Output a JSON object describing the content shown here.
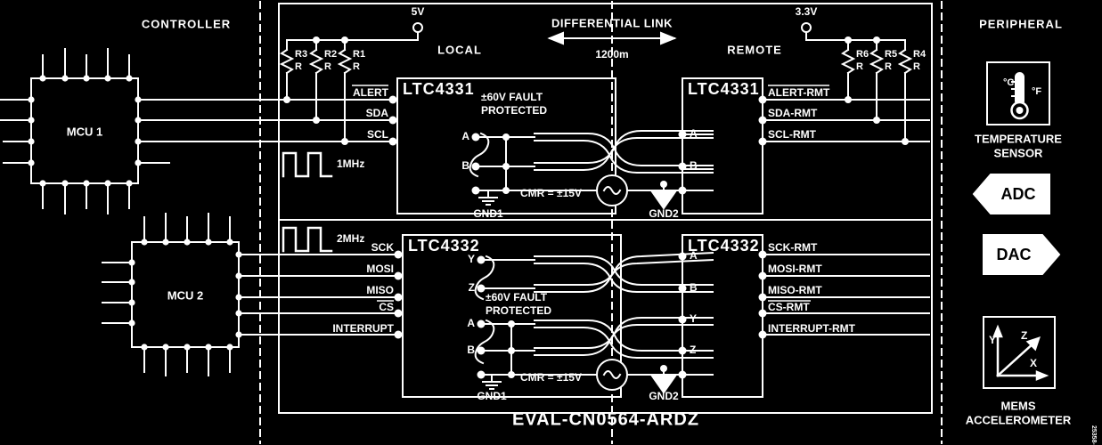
{
  "figure": {
    "title": "EVAL-CN0564-ARDZ",
    "figure_id": "25358-009",
    "background_color": "#000000",
    "line_color": "#ffffff"
  },
  "sections": {
    "controller": {
      "label": "CONTROLLER"
    },
    "local": {
      "label": "LOCAL"
    },
    "link": {
      "label": "DIFFERENTIAL LINK",
      "distance": "1200m"
    },
    "remote": {
      "label": "REMOTE"
    },
    "peripheral": {
      "label": "PERIPHERAL"
    }
  },
  "mcus": [
    {
      "name": "MCU 1",
      "pins_per_side": 5
    },
    {
      "name": "MCU 2",
      "pins_per_side": 5
    }
  ],
  "supplies": [
    {
      "label": "5V",
      "side": "local"
    },
    {
      "label": "3.3V",
      "side": "remote"
    }
  ],
  "pullups_local": [
    {
      "ref": "R3",
      "value": "R"
    },
    {
      "ref": "R2",
      "value": "R"
    },
    {
      "ref": "R1",
      "value": "R"
    }
  ],
  "pullups_remote": [
    {
      "ref": "R6",
      "value": "R"
    },
    {
      "ref": "R5",
      "value": "R"
    },
    {
      "ref": "R4",
      "value": "R"
    }
  ],
  "clocks": [
    {
      "label": "1MHz",
      "bus": "i2c"
    },
    {
      "label": "2MHz",
      "bus": "spi"
    }
  ],
  "i2c": {
    "local_device": "LTC4331",
    "remote_device": "LTC4331",
    "local_signals": [
      {
        "label": "ALERT",
        "overline": true
      },
      {
        "label": "SDA",
        "overline": false
      },
      {
        "label": "SCL",
        "overline": false
      }
    ],
    "remote_signals": [
      {
        "label": "ALERT-RMT",
        "overline": true
      },
      {
        "label": "SDA-RMT",
        "overline": false
      },
      {
        "label": "SCL-RMT",
        "overline": false
      }
    ],
    "diff_pins_local": [
      "A",
      "B"
    ],
    "diff_pins_remote": [
      "A",
      "B"
    ],
    "fault_note": "±60V FAULT\nPROTECTED",
    "fault_note_line1": "±60V FAULT",
    "fault_note_line2": "PROTECTED",
    "cmr_note": "CMR = ±15V",
    "ground_local": "GND1",
    "ground_remote": "GND2"
  },
  "spi": {
    "local_device": "LTC4332",
    "remote_device": "LTC4332",
    "local_signals": [
      {
        "label": "SCK",
        "overline": false
      },
      {
        "label": "MOSI",
        "overline": false
      },
      {
        "label": "MISO",
        "overline": false
      },
      {
        "label": "CS",
        "overline": true
      },
      {
        "label": "INTERRUPT",
        "overline": false
      }
    ],
    "remote_signals": [
      {
        "label": "SCK-RMT",
        "overline": false
      },
      {
        "label": "MOSI-RMT",
        "overline": false
      },
      {
        "label": "MISO-RMT",
        "overline": false
      },
      {
        "label": "CS-RMT",
        "overline": true
      },
      {
        "label": "INTERRUPT-RMT",
        "overline": false
      }
    ],
    "diff_pins_local": [
      "Y",
      "Z",
      "A",
      "B"
    ],
    "diff_pins_remote": [
      "A",
      "B",
      "Y",
      "Z"
    ],
    "fault_note_line1": "±60V FAULT",
    "fault_note_line2": "PROTECTED",
    "cmr_note": "CMR = ±15V",
    "ground_local": "GND1",
    "ground_remote": "GND2"
  },
  "peripherals": [
    {
      "name": "TEMPERATURE SENSOR",
      "label_line1": "TEMPERATURE",
      "label_line2": "SENSOR",
      "icon": "thermometer-icon",
      "icon_units": [
        "°C",
        "°F"
      ]
    },
    {
      "name": "ADC",
      "label": "ADC",
      "shape": "pentagon-left"
    },
    {
      "name": "DAC",
      "label": "DAC",
      "shape": "pentagon-right"
    },
    {
      "name": "MEMS ACCELEROMETER",
      "label_line1": "MEMS",
      "label_line2": "ACCELEROMETER",
      "icon": "accelerometer-icon",
      "axes": [
        "X",
        "Y",
        "Z"
      ]
    }
  ]
}
